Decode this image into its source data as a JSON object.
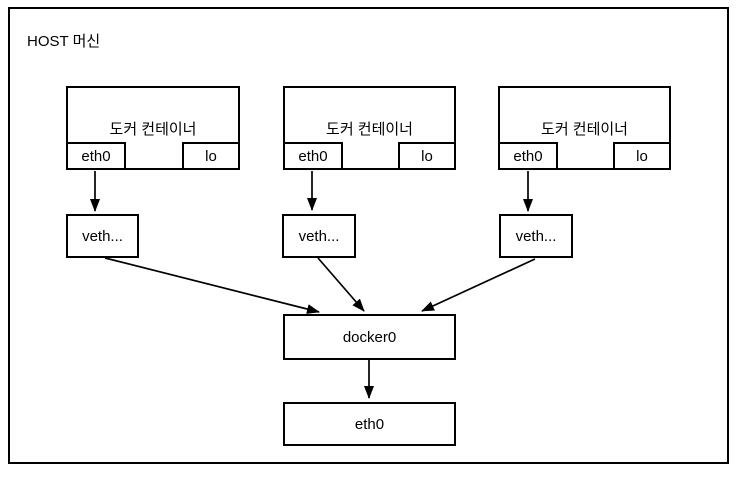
{
  "diagram": {
    "host_label": "HOST 머신",
    "containers": [
      {
        "title": "도커 컨테이너",
        "eth_label": "eth0",
        "lo_label": "lo"
      },
      {
        "title": "도커 컨테이너",
        "eth_label": "eth0",
        "lo_label": "lo"
      },
      {
        "title": "도커 컨테이너",
        "eth_label": "eth0",
        "lo_label": "lo"
      }
    ],
    "veth_labels": [
      "veth...",
      "veth...",
      "veth..."
    ],
    "bridge_label": "docker0",
    "host_eth_label": "eth0",
    "colors": {
      "stroke": "#000000",
      "fill": "#ffffff",
      "background": "#ffffff"
    }
  }
}
